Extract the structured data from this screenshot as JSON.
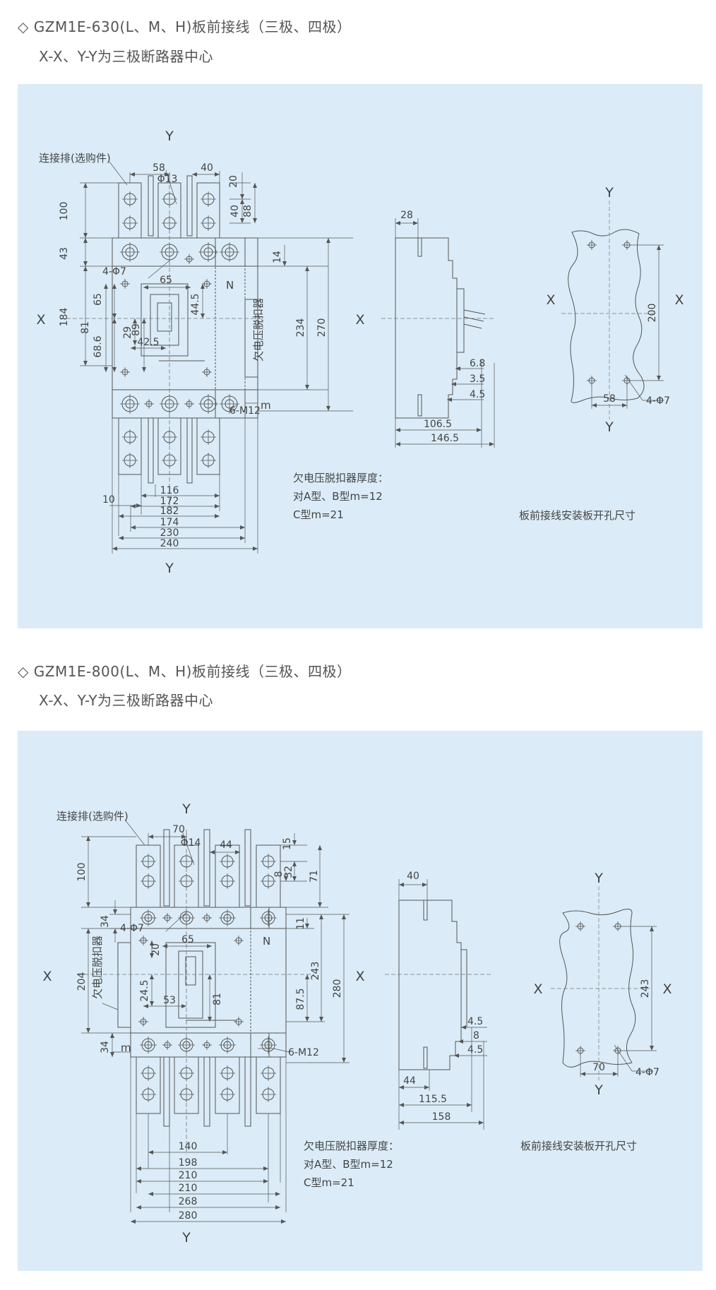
{
  "sections": [
    {
      "heading": "◇ GZM1E-630(L、M、H)板前接线（三极、四极）",
      "subheading": "X-X、Y-Y为三极断路器中心",
      "front": {
        "axis_y": "Y",
        "axis_x": "X",
        "busbar_label": "连接排(选购件)",
        "hole_4": "4-Φ7",
        "hole_6": "6-M12",
        "phi": "Φ13",
        "n_label": "N",
        "m_label": "m",
        "release_label": "欠电压脱扣器",
        "dims": {
          "d58": "58",
          "d40": "40",
          "d20": "20",
          "d40b": "40",
          "d88": "88",
          "d100": "100",
          "d43": "43",
          "d184": "184",
          "d65a": "65",
          "d81": "81",
          "d68": "68.6",
          "d29": "29",
          "d89": "89",
          "d65b": "65",
          "d44": "44.5",
          "d14": "14",
          "d234": "234",
          "d270": "270",
          "d42": "42.5",
          "d10": "10",
          "d116": "116",
          "d172": "172",
          "d182": "182",
          "d174": "174",
          "d230": "230",
          "d240": "240"
        }
      },
      "side": {
        "d_top": "28",
        "d_a": "6.8",
        "d_b": "3.5",
        "d_c": "4.5",
        "d_w1": "106.5",
        "d_w2": "146.5"
      },
      "cutout": {
        "axis_y": "Y",
        "axis_x": "X",
        "height": "200",
        "width": "58",
        "holes": "4-Φ7"
      },
      "note": {
        "title": "欠电压脱扣器厚度：",
        "line1": "对A型、B型m=12",
        "line2": "C型m=21"
      },
      "caption": "板前接线安装板开孔尺寸"
    },
    {
      "heading": "◇ GZM1E-800(L、M、H)板前接线（三极、四极）",
      "subheading": "X-X、Y-Y为三极断路器中心",
      "front": {
        "axis_y": "Y",
        "axis_x": "X",
        "busbar_label": "连接排(选购件)",
        "hole_4": "4-Φ7",
        "hole_6": "6-M12",
        "phi": "Φ14",
        "n_label": "N",
        "m_label": "m",
        "release_label": "欠电压脱扣器",
        "dims": {
          "d70": "70",
          "d44": "44",
          "d15": "15",
          "d32": "32",
          "d8": "8",
          "d71": "71",
          "d100": "100",
          "d34a": "34",
          "d20": "20",
          "d65": "65",
          "d11": "11",
          "d204": "204",
          "d81": "81",
          "d87": "87.5",
          "d243": "243",
          "d280v": "280",
          "d24": "24.5",
          "d53": "53",
          "d34b": "34",
          "d140": "140",
          "d198": "198",
          "d210a": "210",
          "d210b": "210",
          "d268": "268",
          "d280": "280"
        }
      },
      "side": {
        "d_top": "40",
        "d_a": "4.5",
        "d_b": "8",
        "d_c": "4.5",
        "d_44": "44",
        "d_w1": "115.5",
        "d_w2": "158"
      },
      "cutout": {
        "axis_y": "Y",
        "axis_x": "X",
        "height": "243",
        "width": "70",
        "holes": "4-Φ7"
      },
      "note": {
        "title": "欠电压脱扣器厚度：",
        "line1": "对A型、B型m=12",
        "line2": "C型m=21"
      },
      "caption": "板前接线安装板开孔尺寸"
    }
  ],
  "colors": {
    "panel_bg": "#dbecf8",
    "line": "#555555",
    "dash": "#777777"
  }
}
